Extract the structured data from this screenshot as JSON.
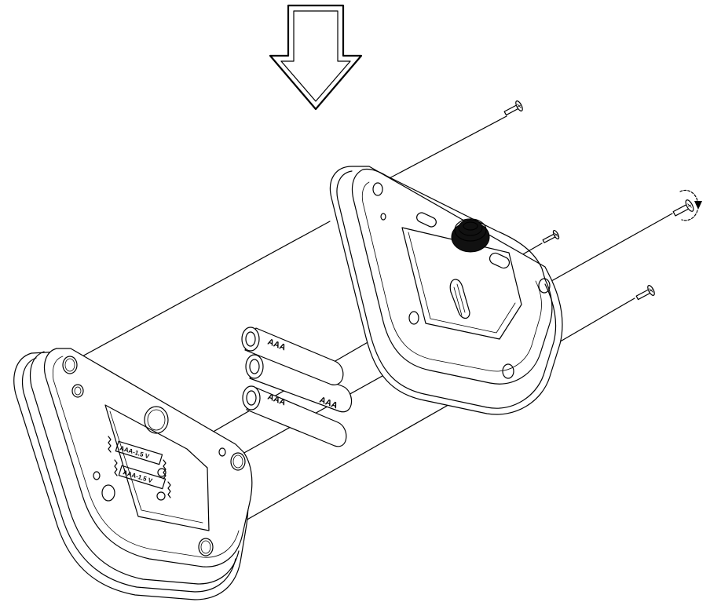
{
  "batteries": {
    "label_top": "AAA",
    "label_bottom_left": "AAA",
    "label_bottom_right": "AAA"
  },
  "compartment": {
    "slot_top": "AAA-1.5 V",
    "slot_bottom": "AAA-1.5 V"
  },
  "colors": {
    "line": "#000000",
    "background": "#ffffff"
  }
}
